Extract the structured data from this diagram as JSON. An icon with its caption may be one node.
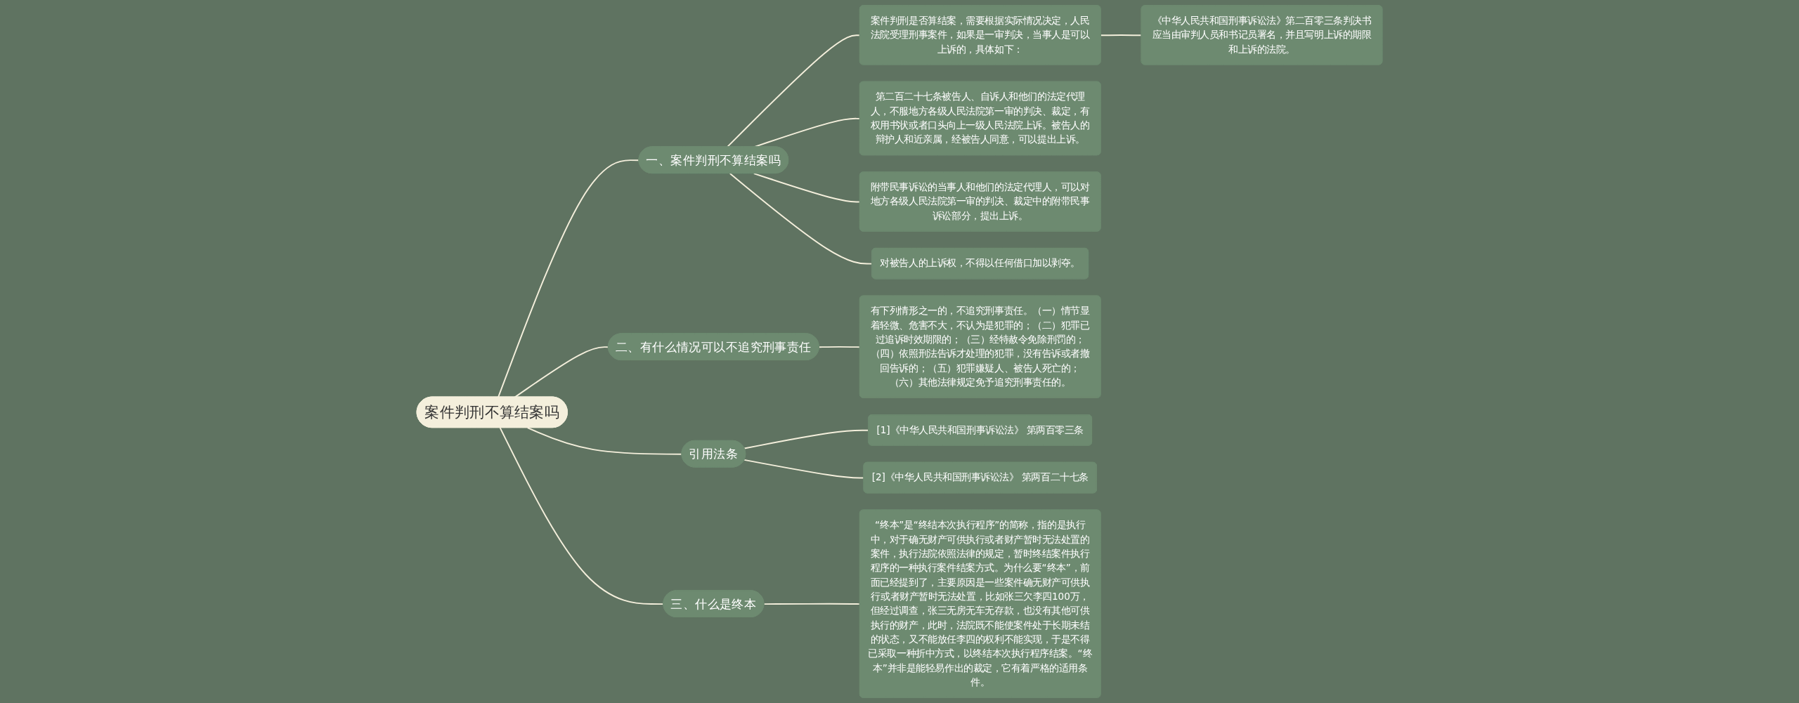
{
  "diagram": {
    "nodes": [
      {
        "text": [
          "案件判刑不算结案吗"
        ]
      },
      {
        "text": [
          "一、案件判刑不算结案吗"
        ]
      },
      {
        "text": [
          "案件判刑是否算结案，需要根据实际情况决定，人民法院受理刑事案件，如果是一审判决，当事人是可以上诉的，具体如下："
        ]
      },
      {
        "text": [
          "《中华人民共和国刑事诉讼法》第二百零三条判决书应当由审判人员和书记员署名，并且写明上诉的期限和上诉的法院。"
        ]
      },
      {
        "text": [
          "第二百二十七条被告人、自诉人和他们的法定代理人，不服地方各级人民法院第一审的判决、裁定，有权用书状或者口头向上一级人民法院上诉。被告人的辩护人和近亲属，经被告人同意，可以提出上诉。"
        ]
      },
      {
        "text": [
          "附带民事诉讼的当事人和他们的法定代理人，可以对地方各级人民法院第一审的判决、裁定中的附带民事诉讼部分，提出上诉。"
        ]
      },
      {
        "text": [
          "对被告人的上诉权，不得以任何借口加以剥夺。"
        ]
      },
      {
        "text": [
          "二、有什么情况可以不追究刑事责任"
        ]
      },
      {
        "text": [
          "有下列情形之一的，不追究刑事责任。（一）情节显着轻微、危害不大，不认为是犯罪的；（二）犯罪已过追诉时效期限的；（三）经特赦令免除刑罚的；（四）依照刑法告诉才处理的犯罪，没有告诉或者撤回告诉的；（五）犯罪嫌疑人、被告人死亡的；（六）其他法律规定免予追究刑事责任的。"
        ]
      },
      {
        "text": [
          "引用法条"
        ]
      },
      {
        "text": [
          "[1]《中华人民共和国刑事诉讼法》 第两百零三条"
        ]
      },
      {
        "text": [
          "[2]《中华人民共和国刑事诉讼法》 第两百二十七条"
        ]
      },
      {
        "text": [
          "三、什么是终本"
        ]
      },
      {
        "text": [
          "“终本”是“终结本次执行程序”的简称，指的是执行中，对于确无财产可供执行或者财产暂时无法处置的案件，执行法院依照法律的规定，暂时终结案件执行程序的一种执行案件结案方式。为什么要“终本”，前面已经提到了，主要原因是一些案件确无财产可供执行或者财产暂时无法处置，比如张三欠李四100万，但经过调查，张三无房无车无存款，也没有其他可供执行的财产，此时，法院既不能使案件处于长期未结的状态，又不能放任李四的权利不能实现，于是不得已采取一种折中方式，以终结本次执行程序结案。“终本”并非是能轻易作出的裁定，它有着严格的适用条件。"
        ]
      }
    ],
    "edges": [
      {
        "from": 0,
        "to": 1,
        "arrow": "none"
      },
      {
        "from": 1,
        "to": 2,
        "arrow": "none"
      },
      {
        "from": 2,
        "to": 3,
        "arrow": "none"
      },
      {
        "from": 1,
        "to": 4,
        "arrow": "none"
      },
      {
        "from": 1,
        "to": 5,
        "arrow": "none"
      },
      {
        "from": 1,
        "to": 6,
        "arrow": "none"
      },
      {
        "from": 0,
        "to": 7,
        "arrow": "none"
      },
      {
        "from": 7,
        "to": 8,
        "arrow": "none"
      },
      {
        "from": 0,
        "to": 9,
        "arrow": "none"
      },
      {
        "from": 9,
        "to": 10,
        "arrow": "none"
      },
      {
        "from": 9,
        "to": 11,
        "arrow": "none"
      },
      {
        "from": 0,
        "to": 12,
        "arrow": "none"
      },
      {
        "from": 12,
        "to": 13,
        "arrow": "none"
      }
    ]
  }
}
